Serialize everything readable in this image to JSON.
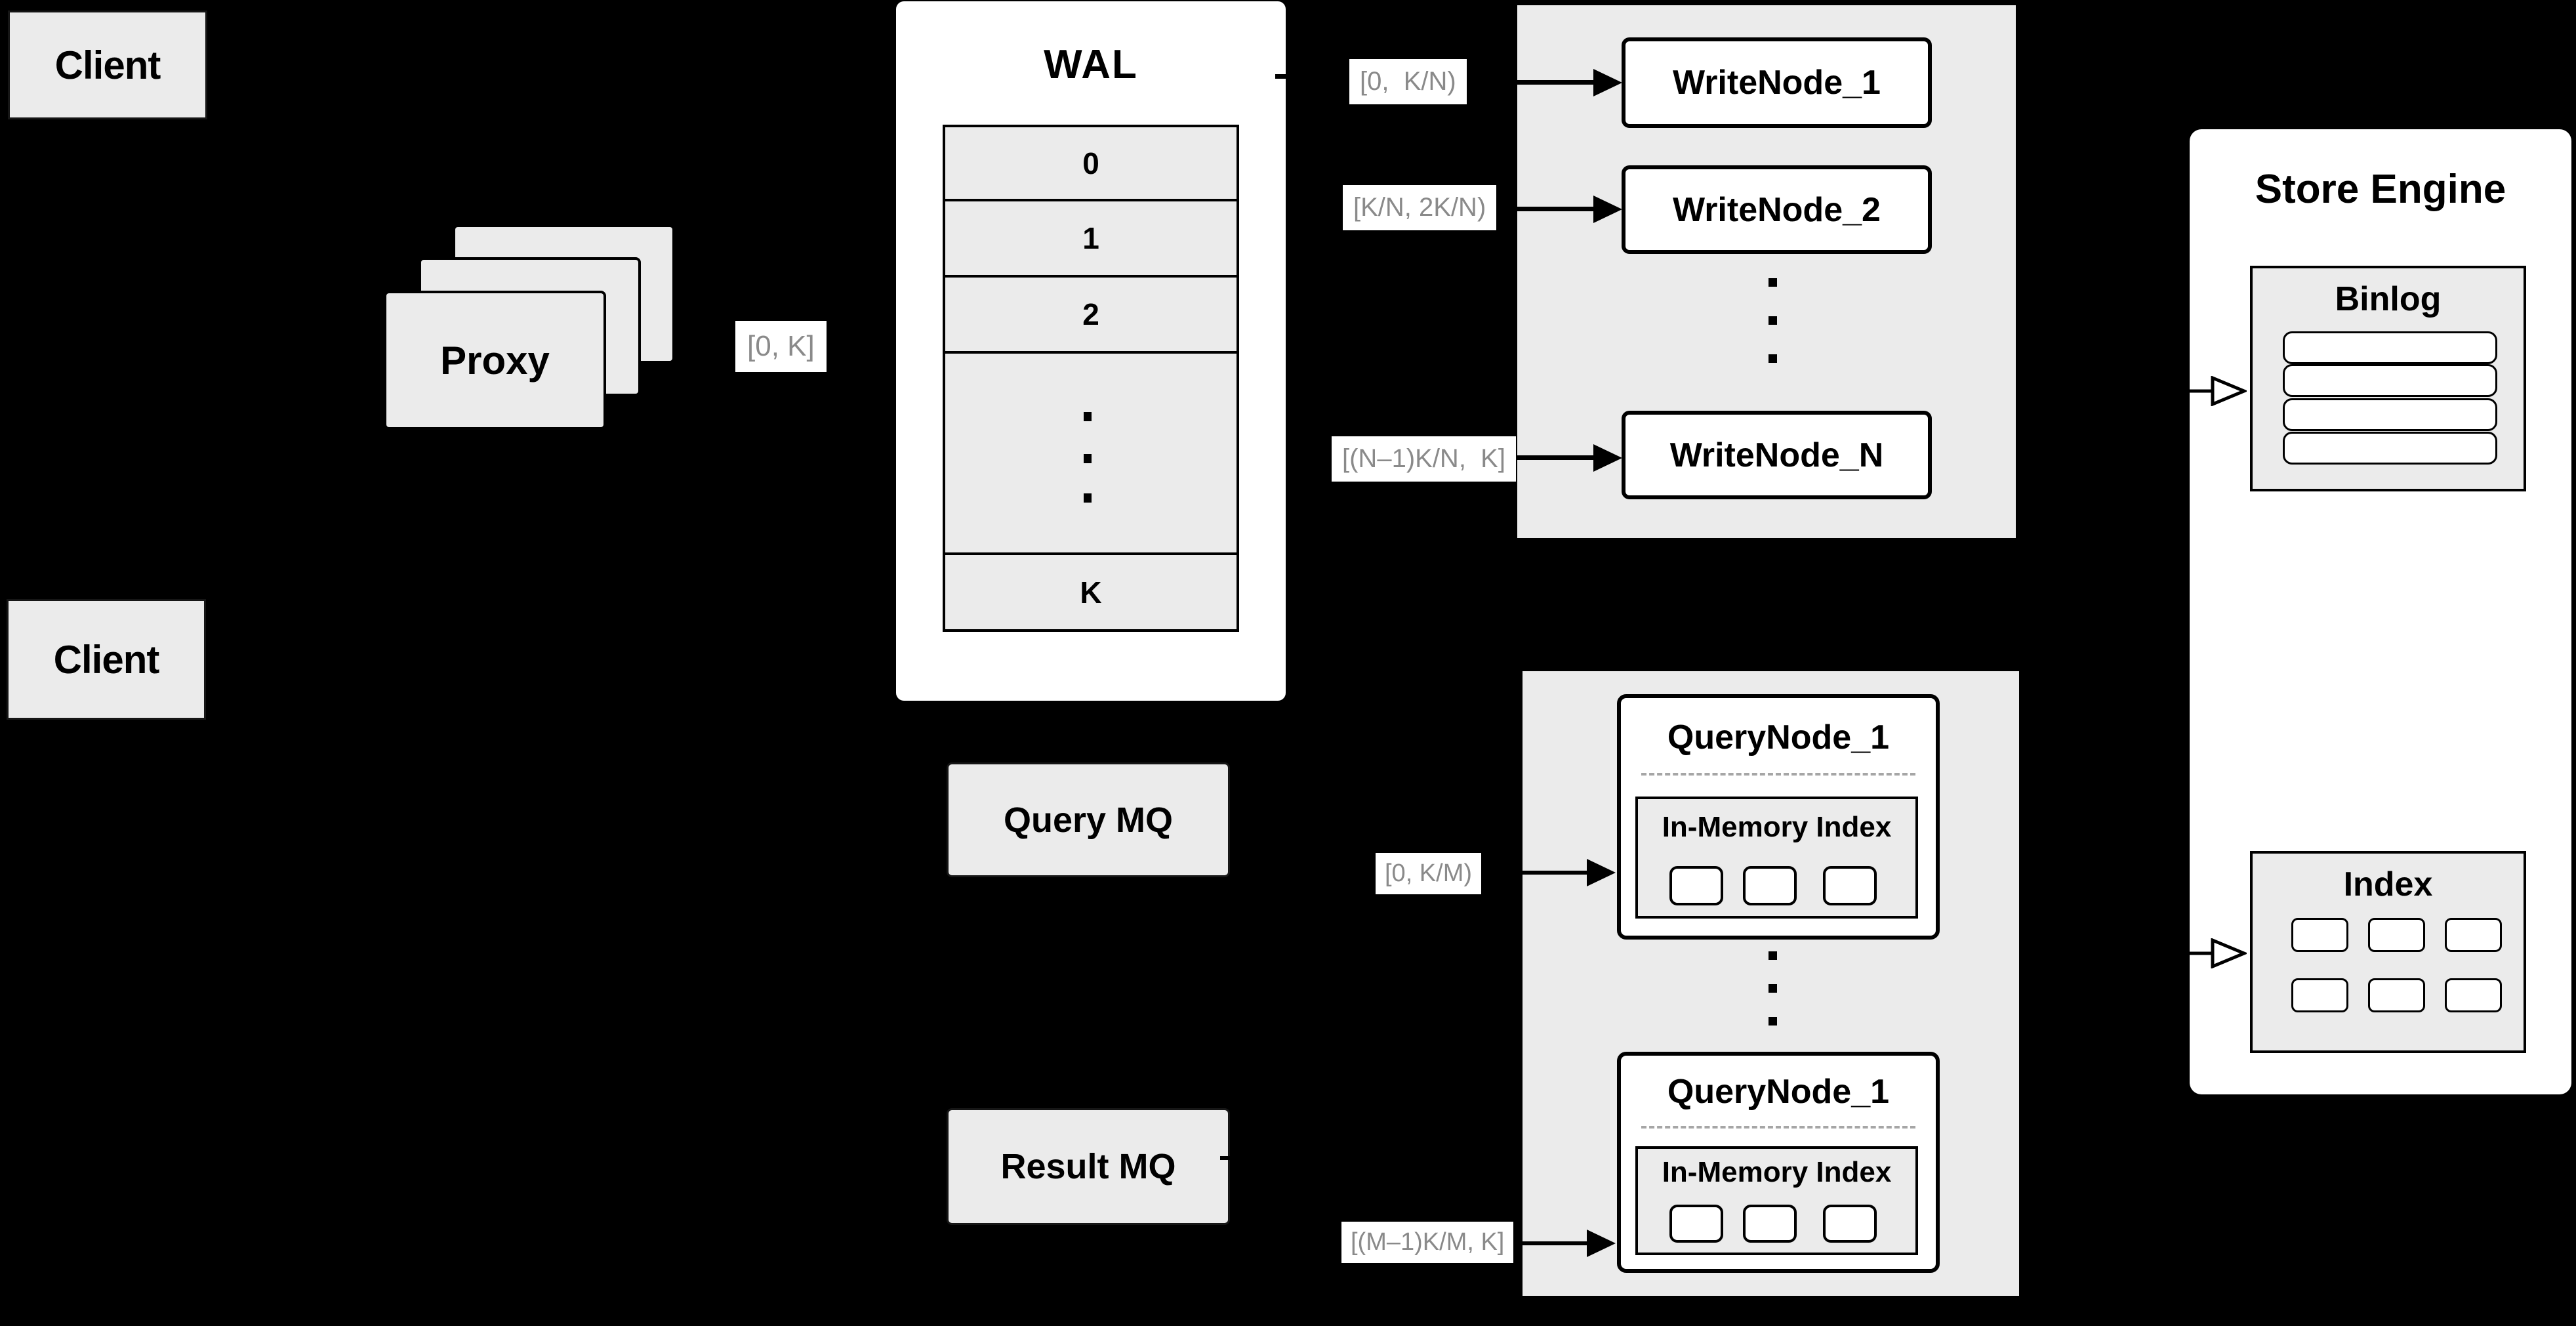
{
  "colors": {
    "background": "#000000",
    "panel_gray": "#ebebeb",
    "node_white": "#ffffff",
    "border_black": "#000000",
    "range_label_text": "#8a8a8a",
    "dashed_divider": "#a6a6a6"
  },
  "clients": {
    "top_label": "Client",
    "bottom_label": "Client"
  },
  "proxy": {
    "label": "Proxy",
    "range_label": "[0, K]"
  },
  "wal": {
    "title": "WAL",
    "rows": [
      "0",
      "1",
      "2"
    ],
    "last_row": "K"
  },
  "write_group": {
    "range_labels": [
      "[0,  K/N)",
      "[K/N, 2K/N)",
      "[(N–1)K/N,  K]"
    ],
    "node_labels": [
      "WriteNode_1",
      "WriteNode_2",
      "WriteNode_N"
    ]
  },
  "store_engine": {
    "title": "Store Engine",
    "binlog_title": "Binlog",
    "index_title": "Index"
  },
  "mq": {
    "query_label": "Query MQ",
    "result_label": "Result MQ"
  },
  "query_group": {
    "range_labels": [
      "[0, K/M)",
      "[(M–1)K/M, K]"
    ],
    "node_titles": [
      "QueryNode_1",
      "QueryNode_1"
    ],
    "inmem_titles": [
      "In-Memory Index",
      "In-Memory Index"
    ]
  }
}
